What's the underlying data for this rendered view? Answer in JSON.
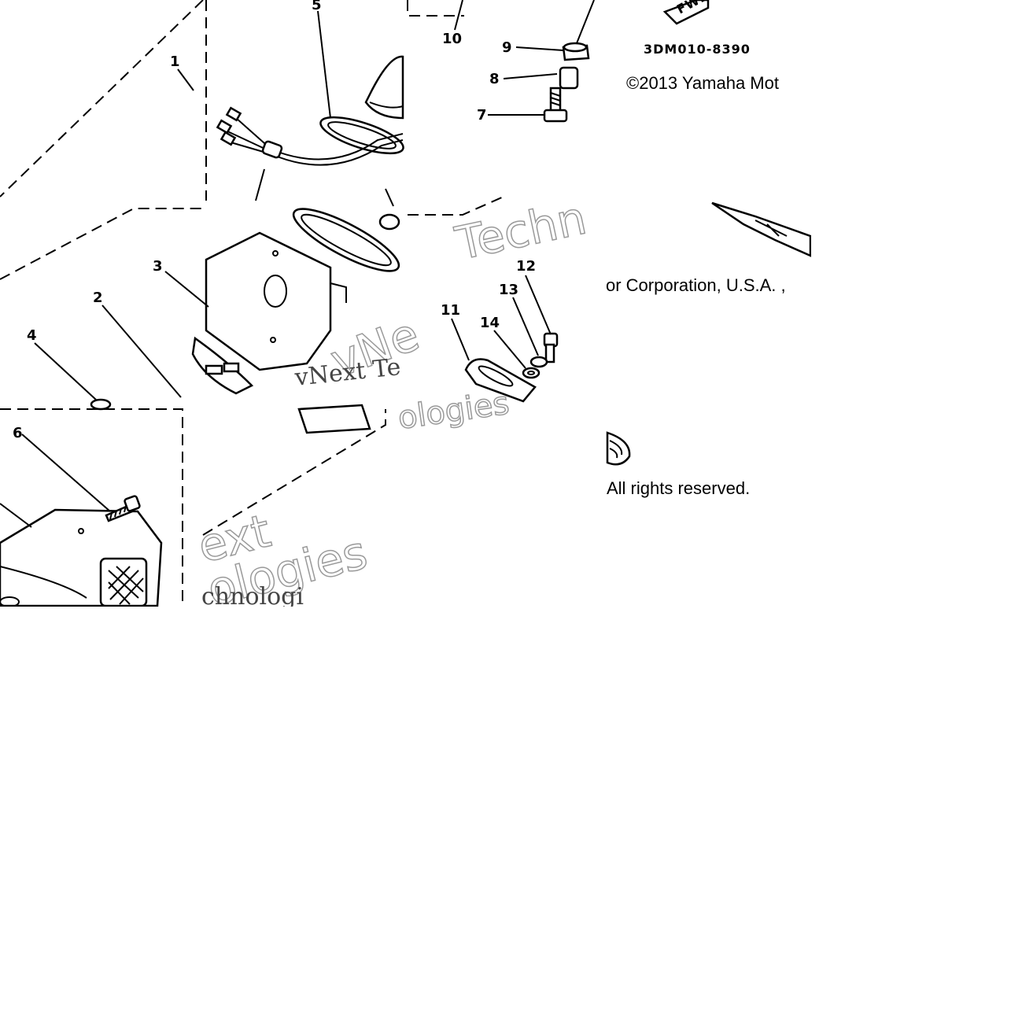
{
  "header": {
    "part_code": "3DM010-8390",
    "fwd_arrow": "FWD"
  },
  "copyright": {
    "line1": "©2013 Yamaha Mot",
    "line2": "or Corporation, U.S.A. ,",
    "line3": "All rights reserved."
  },
  "callouts": [
    "1",
    "2",
    "3",
    "4",
    "5",
    "6",
    "7",
    "8",
    "9",
    "10",
    "11",
    "12",
    "13",
    "14"
  ],
  "watermark": {
    "w1": "Techn",
    "w2": "vNe",
    "w3": "vNext Te",
    "w4": "ologies",
    "w5": "ext",
    "w6": "ologies",
    "w7": "chnologi"
  },
  "icons": [
    "fwd-arrow-icon",
    "yamaha-tuning-fork-icon"
  ]
}
